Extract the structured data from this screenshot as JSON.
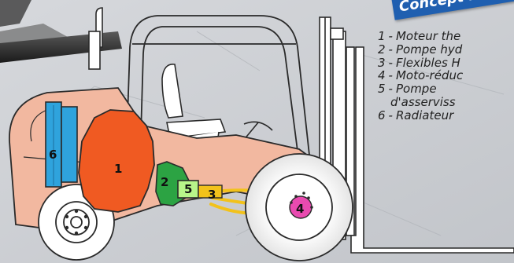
{
  "banner": "Concept h",
  "legend": [
    {
      "num": "1",
      "sep": "-",
      "label": "Moteur the"
    },
    {
      "num": "2",
      "sep": "-",
      "label": "Pompe hyd"
    },
    {
      "num": "3",
      "sep": "-",
      "label": "Flexibles H"
    },
    {
      "num": "4",
      "sep": "-",
      "label": "Moto-réduc"
    },
    {
      "num": "5",
      "sep": "-",
      "label": "Pompe",
      "cont": "d'asserviss"
    },
    {
      "num": "6",
      "sep": "-",
      "label": "Radiateur"
    }
  ],
  "parts": {
    "engine": "1",
    "pump": "2",
    "hoses": "3",
    "motor": "4",
    "servo_pump": "5",
    "radiator": "6"
  },
  "colors": {
    "background": "#c9ccd0",
    "body": "#f2b8a0",
    "engine": "#f05a22",
    "pump": "#2ca343",
    "servo": "#b8f58a",
    "hoses": "#f2c21b",
    "motor": "#e94ab0",
    "radiator": "#2fa3dd",
    "banner": "#1f5fb0"
  }
}
